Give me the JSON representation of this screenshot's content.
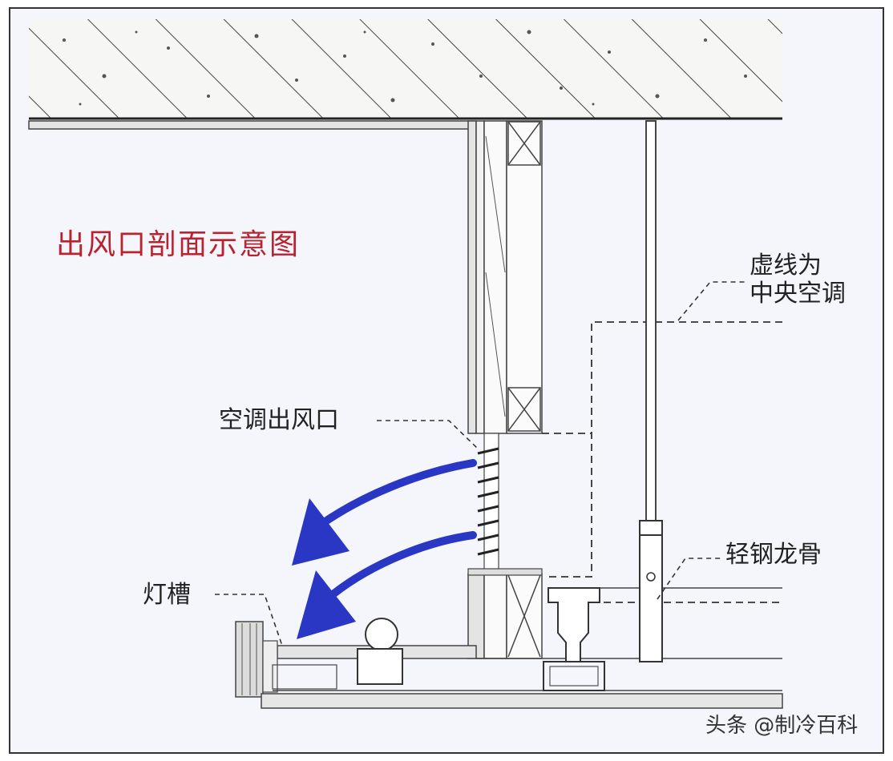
{
  "diagram": {
    "title": "出风口剖面示意图",
    "labels": {
      "dashed_ac": [
        "虚线为",
        "中央空调"
      ],
      "ac_outlet": "空调出风口",
      "light_keel": "轻钢龙骨",
      "light_slot": "灯槽"
    },
    "watermark": "头条 @制冷百科",
    "colors": {
      "title": "#b8232f",
      "airflow_arrow": "#2a37c4",
      "line": "#333333",
      "background": "#f4f6fb"
    },
    "icons": [
      "airflow-arrow",
      "hatch-concrete",
      "leader-line"
    ]
  }
}
